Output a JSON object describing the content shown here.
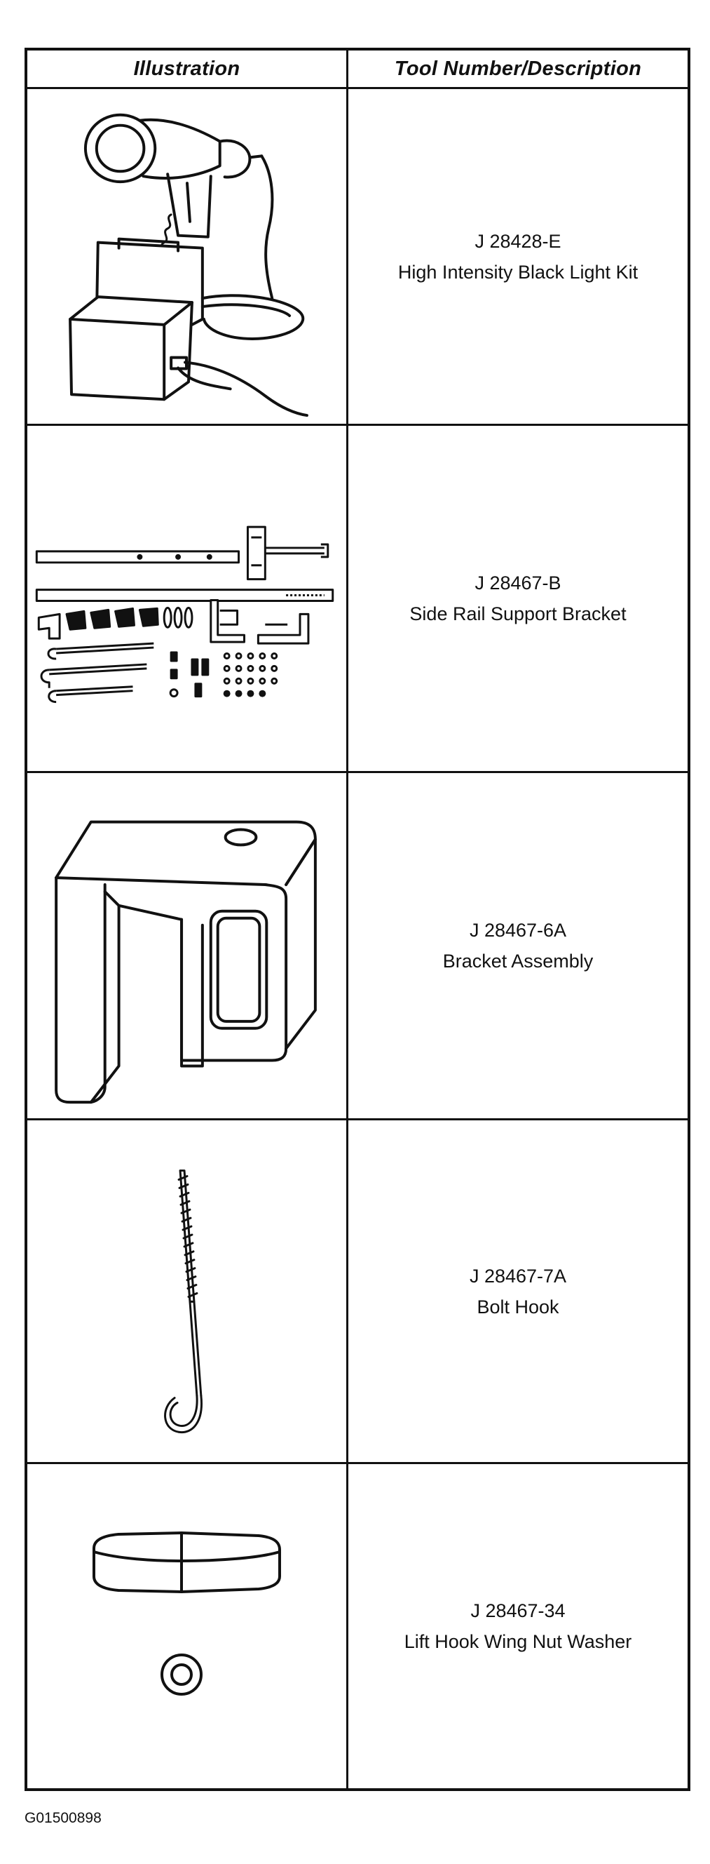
{
  "table": {
    "headers": {
      "illustration": "Illustration",
      "tool": "Tool Number/Description"
    },
    "rows": [
      {
        "number": "J 28428-E",
        "description": "High Intensity Black Light Kit"
      },
      {
        "number": "J 28467-B",
        "description": "Side Rail Support Bracket"
      },
      {
        "number": "J 28467-6A",
        "description": "Bracket Assembly"
      },
      {
        "number": "J 28467-7A",
        "description": "Bolt Hook"
      },
      {
        "number": "J 28467-34",
        "description": "Lift Hook Wing Nut Washer"
      }
    ]
  },
  "figure_code": "G01500898"
}
